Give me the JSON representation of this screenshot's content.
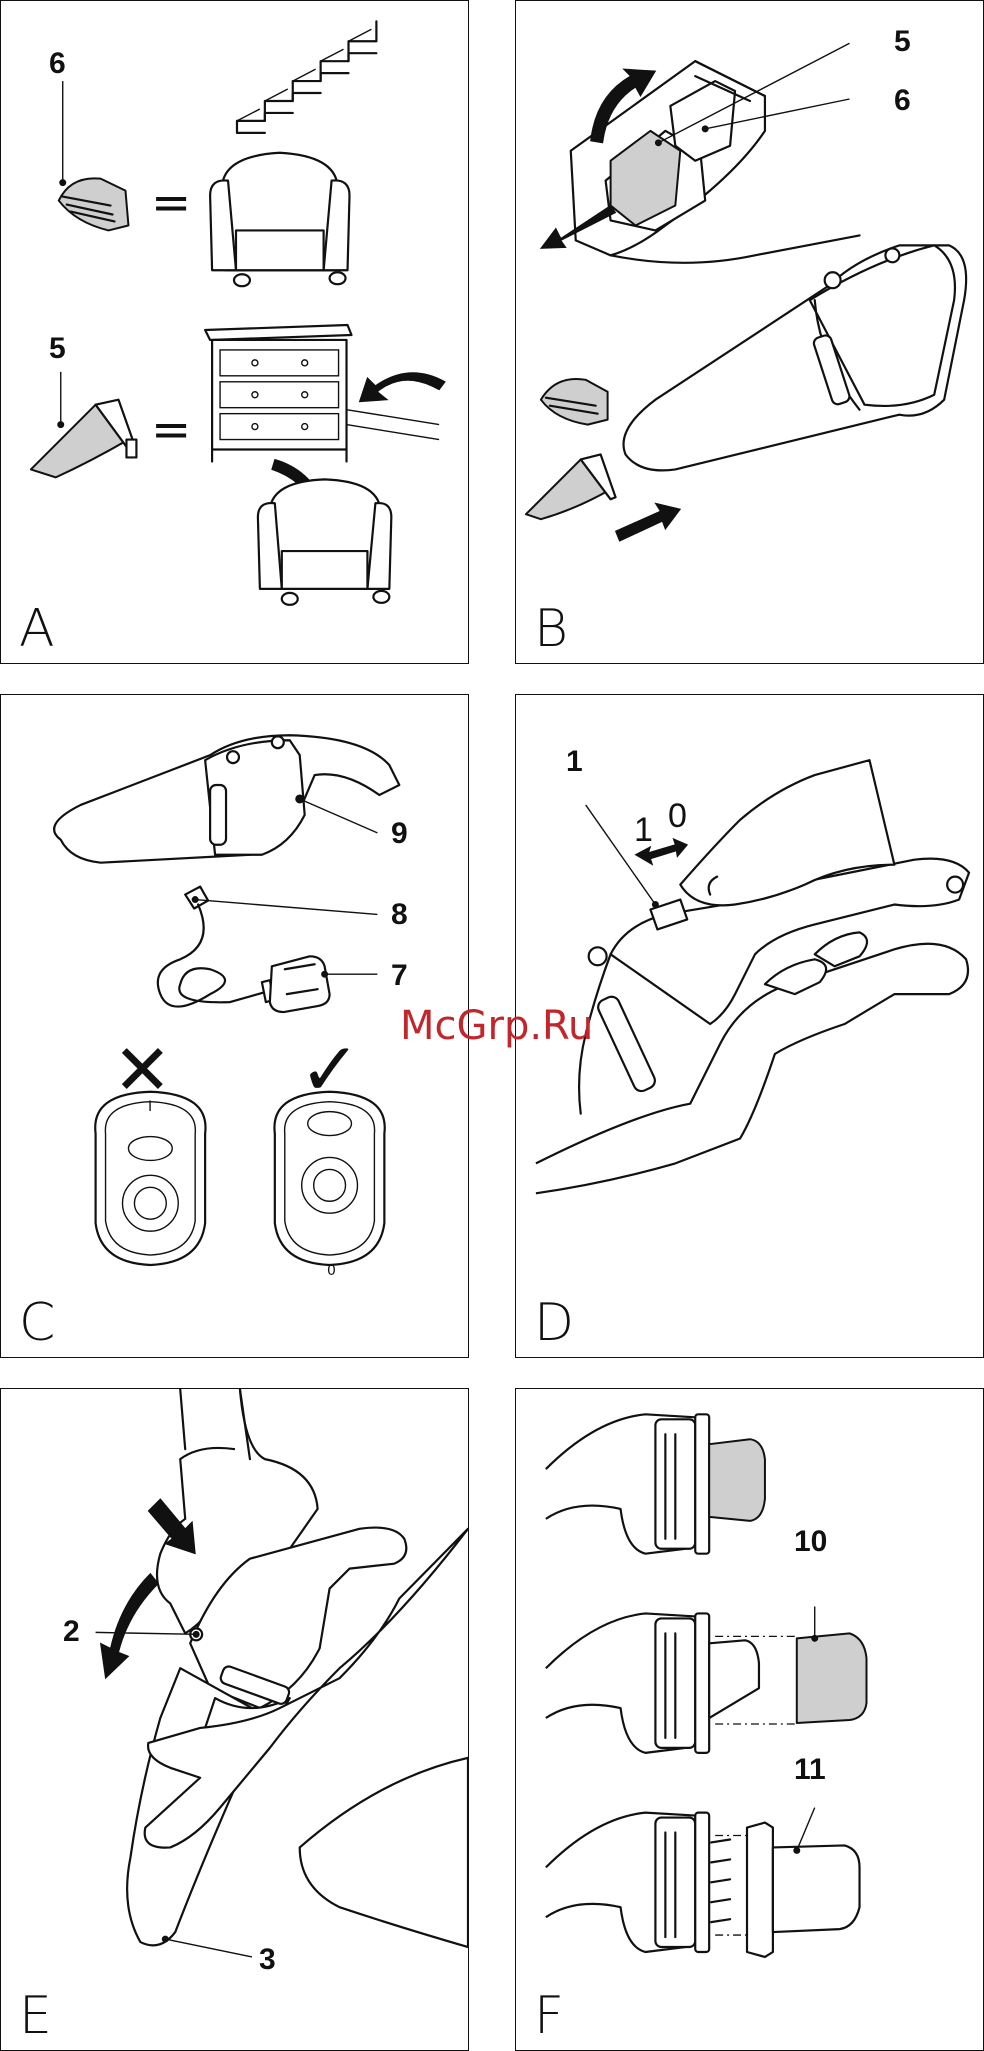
{
  "panels": {
    "a": {
      "letter": "A",
      "callouts": [
        "6",
        "5"
      ],
      "symbols": [
        "=",
        "="
      ]
    },
    "b": {
      "letter": "B",
      "callouts": [
        "5",
        "6"
      ]
    },
    "c": {
      "letter": "C",
      "callouts": [
        "9",
        "8",
        "7"
      ],
      "dial_left": "I",
      "dial_right": "0",
      "wrong": "✕",
      "right": "✓"
    },
    "d": {
      "letter": "D",
      "callouts": [
        "1"
      ],
      "switch_labels": [
        "1",
        "0"
      ]
    },
    "e": {
      "letter": "E",
      "callouts": [
        "2",
        "3"
      ]
    },
    "f": {
      "letter": "F",
      "callouts": [
        "10",
        "11"
      ]
    }
  },
  "watermark": "McGrp.Ru",
  "colors": {
    "line": "#111111",
    "watermark": "#c0262c",
    "shade": "#cfcfcf"
  }
}
